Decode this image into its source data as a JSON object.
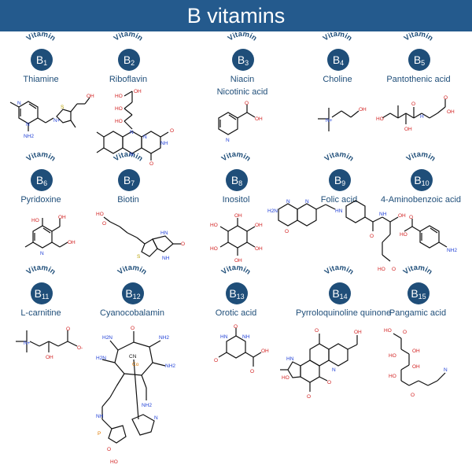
{
  "title": "B vitamins",
  "badge_word": "Vitamin",
  "vitamins": [
    {
      "code": "B",
      "num": "1",
      "name": "Thiamine"
    },
    {
      "code": "B",
      "num": "2",
      "name": "Riboflavin"
    },
    {
      "code": "B",
      "num": "3",
      "name": "Niacin",
      "name2": "Nicotinic acid"
    },
    {
      "code": "B",
      "num": "4",
      "name": "Choline"
    },
    {
      "code": "B",
      "num": "5",
      "name": "Pantothenic acid"
    },
    {
      "code": "B",
      "num": "6",
      "name": "Pyridoxine"
    },
    {
      "code": "B",
      "num": "7",
      "name": "Biotin"
    },
    {
      "code": "B",
      "num": "8",
      "name": "Inositol"
    },
    {
      "code": "B",
      "num": "9",
      "name": "Folic acid"
    },
    {
      "code": "B",
      "num": "10",
      "name": "4-Aminobenzoic acid"
    },
    {
      "code": "B",
      "num": "11",
      "name": "L-carnitine"
    },
    {
      "code": "B",
      "num": "12",
      "name": "Cyanocobalamin"
    },
    {
      "code": "B",
      "num": "13",
      "name": "Orotic acid"
    },
    {
      "code": "B",
      "num": "14",
      "name": "Pyrroloquinoline quinone"
    },
    {
      "code": "B",
      "num": "15",
      "name": "Pangamic acid"
    }
  ],
  "atom_labels": {
    "oh": "OH",
    "ho": "HO",
    "o": "O",
    "n": "N",
    "nh": "NH",
    "hn": "HN",
    "nh2": "NH2",
    "h2n": "H2N",
    "s": "S",
    "n_plus": "N+",
    "o_minus": "O-",
    "co": "Co",
    "cn": "CN",
    "p": "P",
    "h": "H"
  },
  "colors": {
    "banner": "#245a8d",
    "badge": "#1f4e79",
    "oxygen": "#d21f1f",
    "nitrogen": "#1f3fd6",
    "sulfur": "#b8a000"
  }
}
